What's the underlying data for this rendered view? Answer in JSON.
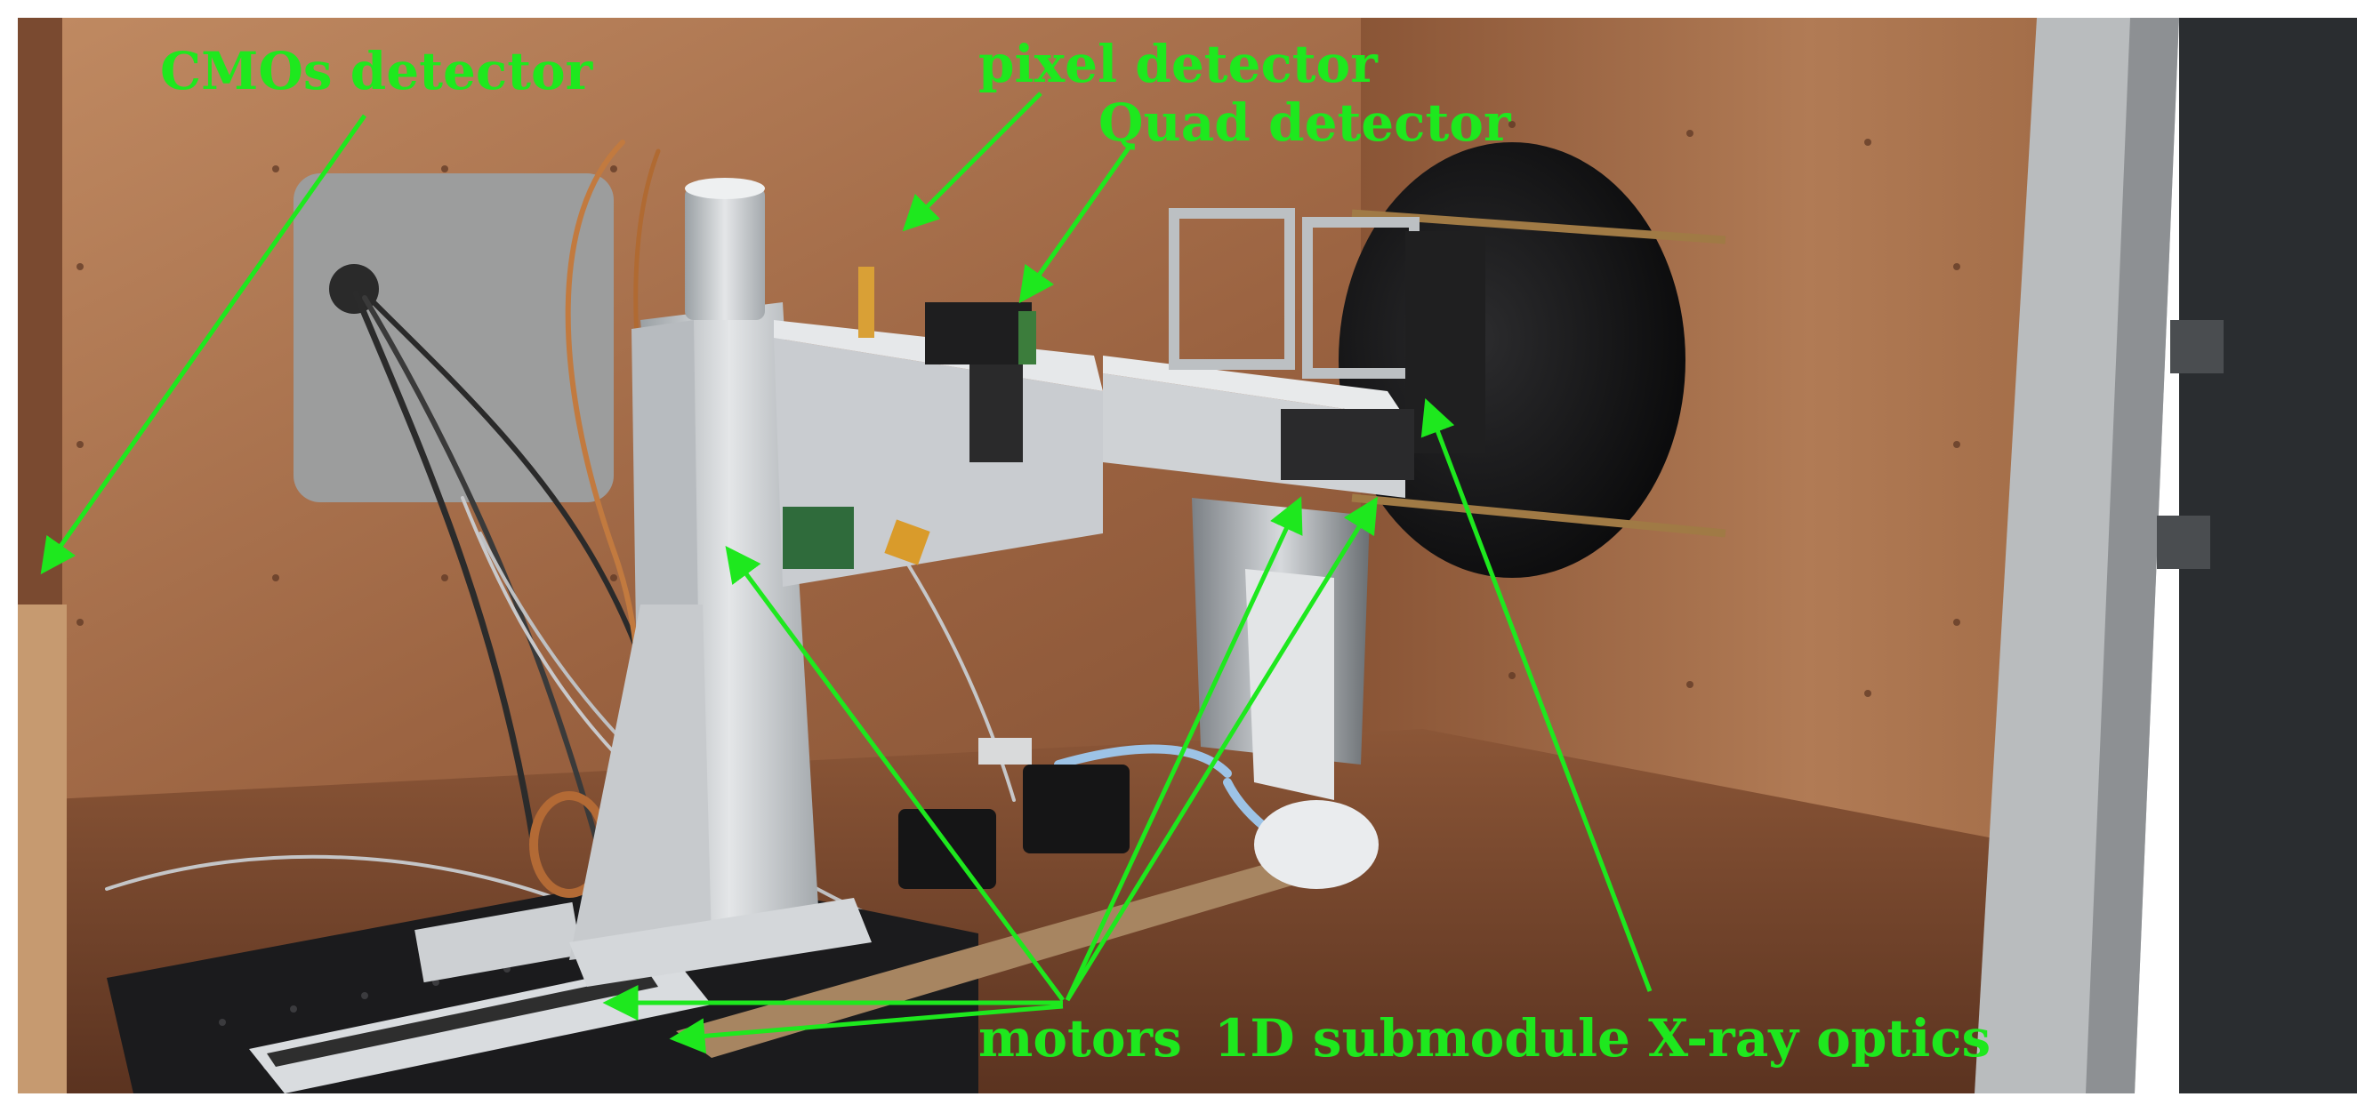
{
  "labels": {
    "cmos": "CMOs detector",
    "pixel": "pixel detector",
    "quad": "Quad detector",
    "motors": "motors",
    "optics": "1D submodule X-ray optics"
  },
  "colors": {
    "annotation": "#1ee81e",
    "frame": "#ffffff",
    "copper_light": "#b37a52",
    "copper_dark": "#6e4028",
    "black_disc": "#161616",
    "aluminum": "#cfd2d4",
    "optical_table": "#1b1b1d"
  }
}
